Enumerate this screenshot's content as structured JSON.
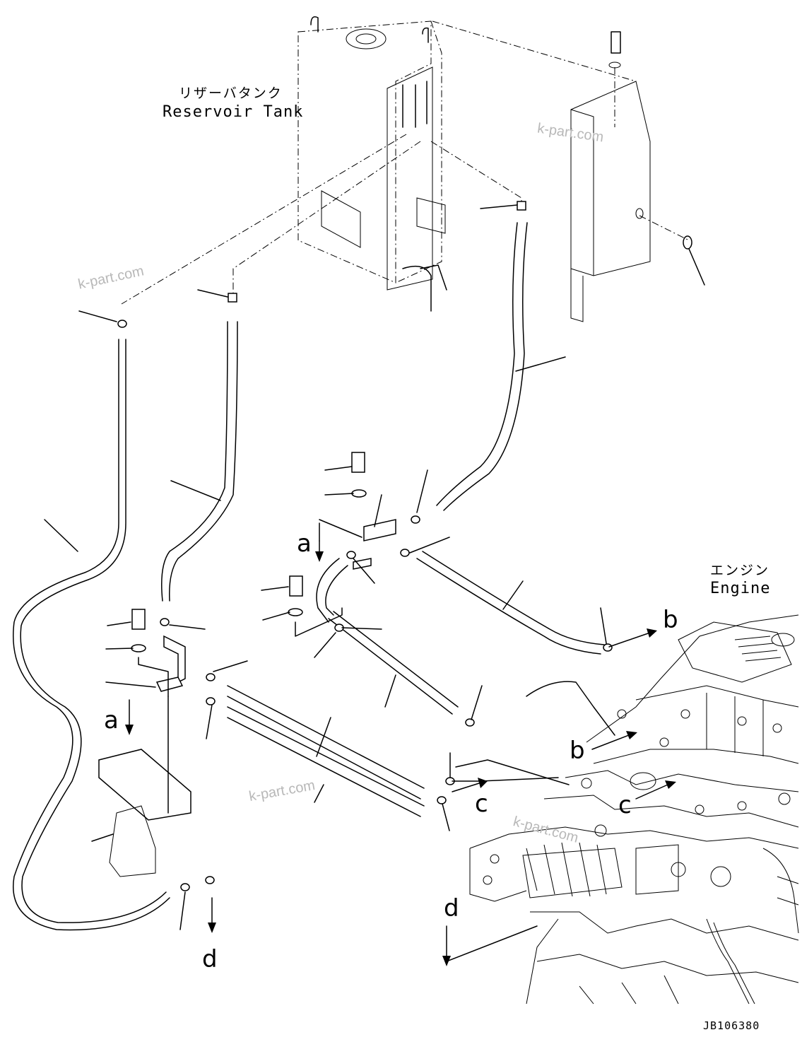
{
  "labels": {
    "reservoir_jp": "リザーバタンク",
    "reservoir_en": "Reservoir Tank",
    "engine_jp": "エンジン",
    "engine_en": "Engine"
  },
  "view_arrows": {
    "a": "a",
    "b": "b",
    "c": "c",
    "d": "d"
  },
  "watermarks": [
    "k-part.com",
    "k-part.com",
    "k-part.com",
    "k-part.com"
  ],
  "drawing_number": "JB106380"
}
